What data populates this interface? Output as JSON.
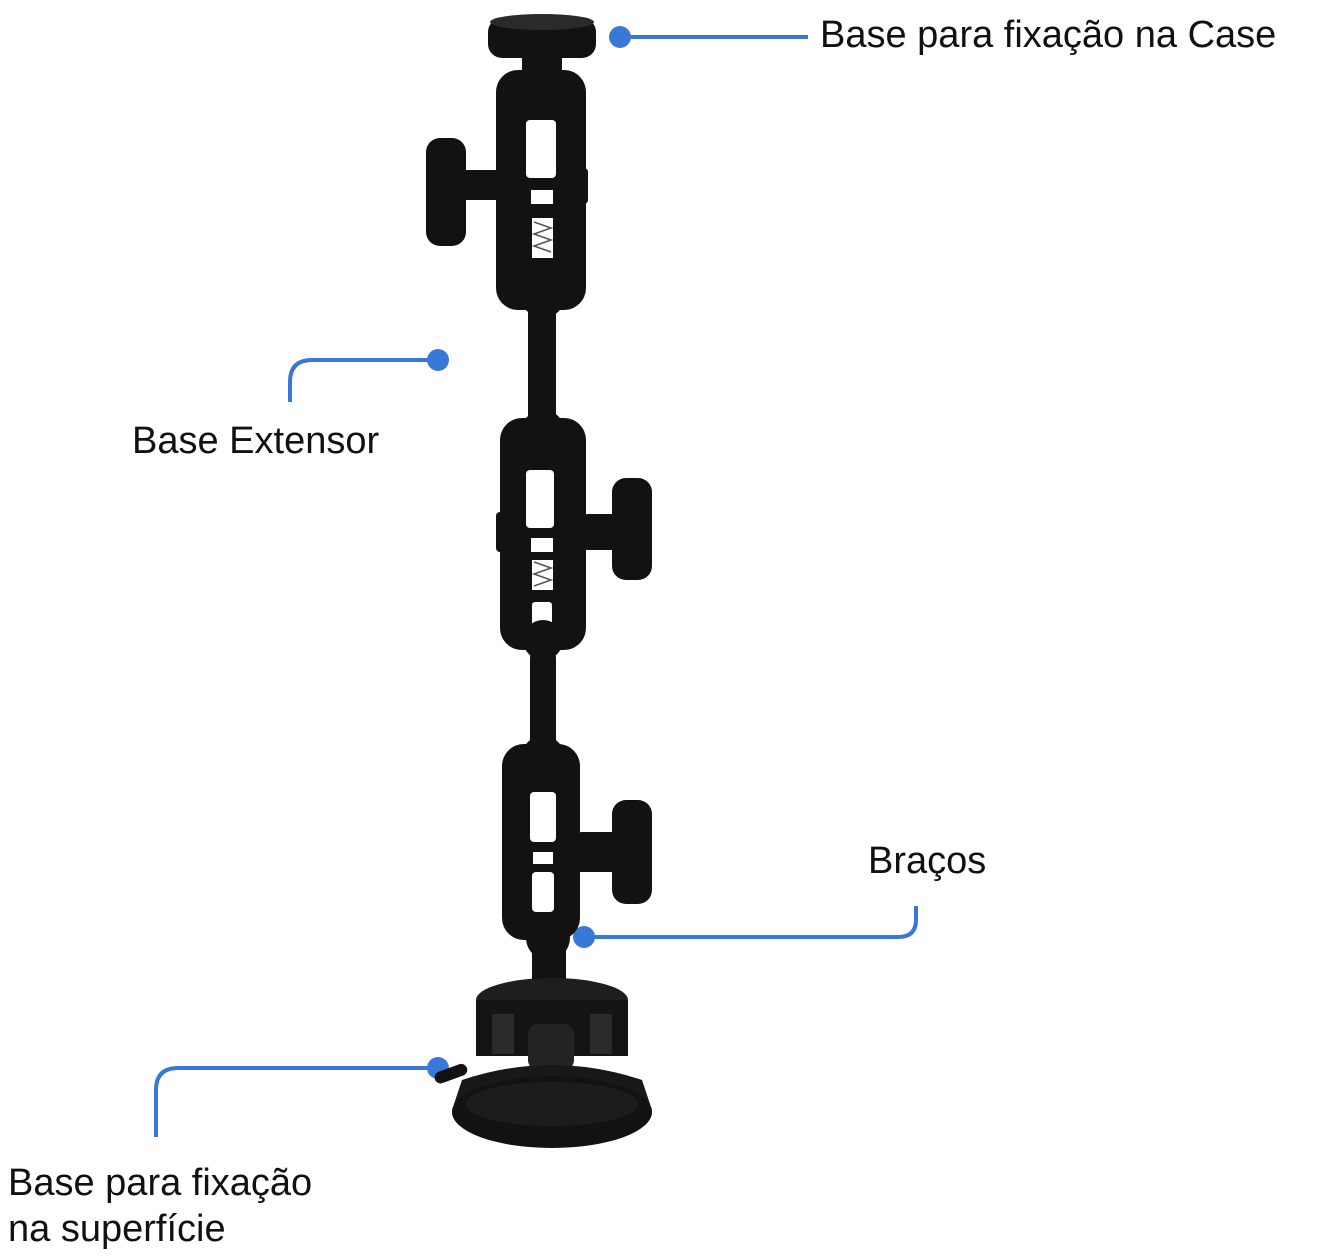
{
  "colors": {
    "callout_blue": "#3a78d8",
    "device_black": "#121212",
    "spring_white": "#e8e8e8"
  },
  "labels": {
    "case_mount": "Base para fixação na Case",
    "extensor": "Base Extensor",
    "arms": "Braços",
    "surface_mount_line1": "Base para fixação",
    "surface_mount_line2": "na superfície"
  }
}
